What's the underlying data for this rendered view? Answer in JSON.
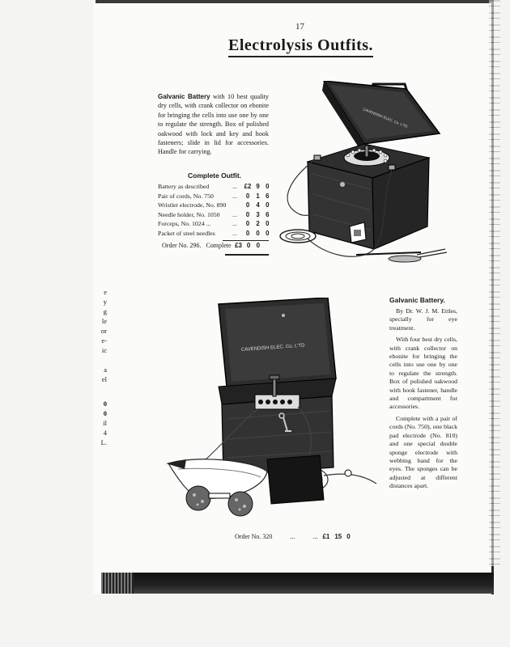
{
  "page": {
    "number": "17",
    "title": "Electrolysis Outfits."
  },
  "outfit1": {
    "lead": "Galvanic Battery",
    "description": " with 10 best quality dry cells, with crank collector on ebonite for bringing the cells into use one by one to regulate the strength. Box of polished oakwood with lock and key and hook fasteners; slide in lid for accessories. Handle for carrying.",
    "table_title": "Complete Outfit.",
    "items": [
      {
        "label": "Battery as described",
        "dots": "...",
        "pounds": "£2",
        "shillings": "9",
        "pence": "0"
      },
      {
        "label": "Pair of cords, No. 750",
        "dots": "...",
        "pounds": "0",
        "shillings": "1",
        "pence": "6"
      },
      {
        "label": "Wristlet electrode, No. 890",
        "dots": "",
        "pounds": "0",
        "shillings": "4",
        "pence": "0"
      },
      {
        "label": "Needle holder, No. 1050",
        "dots": "...",
        "pounds": "0",
        "shillings": "3",
        "pence": "6"
      },
      {
        "label": "Forceps, No. 1024 ...",
        "dots": "...",
        "pounds": "0",
        "shillings": "2",
        "pence": "0"
      },
      {
        "label": "Packet of steel needles",
        "dots": "...",
        "pounds": "0",
        "shillings": "0",
        "pence": "0"
      }
    ],
    "order": {
      "label": "Order No. 296.",
      "complete": "Complete",
      "pounds": "£3",
      "shillings": "0",
      "pence": "0"
    },
    "lid_label": "CAVENDISH ELEC. Co. L'TD"
  },
  "left_glyphs": [
    "e",
    "y",
    "g",
    "le",
    "or",
    "e-",
    "ic",
    "a",
    "el",
    "0",
    "0",
    "il",
    "4",
    "L."
  ],
  "outfit2": {
    "title": "Galvanic Battery.",
    "paragraphs": [
      "By Dr. W. J. M. Ettles, specially for eye treatment.",
      "With four best dry cells, with crank collector on ebonite for bringing the cells into use one by one to regulate the strength. Box of polished oakwood with hook fastener, handle and compartment for accessories.",
      "Complete with a pair of cords (No. 750), one black pad electrode (No. 810) and one special double sponge electrode with webbing band for the eyes. The sponges can be adjusted at different distances apart."
    ],
    "order": {
      "label": "Order No. 320",
      "dots1": "...",
      "dots2": "...",
      "pounds": "£1",
      "shillings": "15",
      "pence": "0"
    },
    "lid_label": "CAVENDISH ELEC. Co. L'TD"
  }
}
